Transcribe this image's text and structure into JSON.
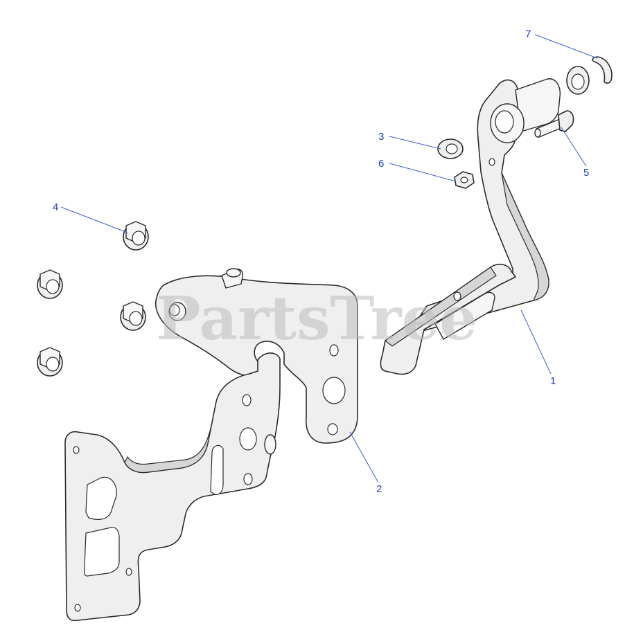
{
  "watermark": "PartsTree",
  "callouts": [
    {
      "id": "c1",
      "label": "1"
    },
    {
      "id": "c2",
      "label": "2"
    },
    {
      "id": "c3",
      "label": "3"
    },
    {
      "id": "c4",
      "label": "4"
    },
    {
      "id": "c5",
      "label": "5"
    },
    {
      "id": "c6",
      "label": "6"
    },
    {
      "id": "c7",
      "label": "7"
    }
  ],
  "colors": {
    "callout_text": "#1f3bbf",
    "leader_line": "#3b5bd6",
    "part_fill": "#efefef",
    "outline": "#2a2a2a",
    "watermark": "#bdbdbd"
  }
}
